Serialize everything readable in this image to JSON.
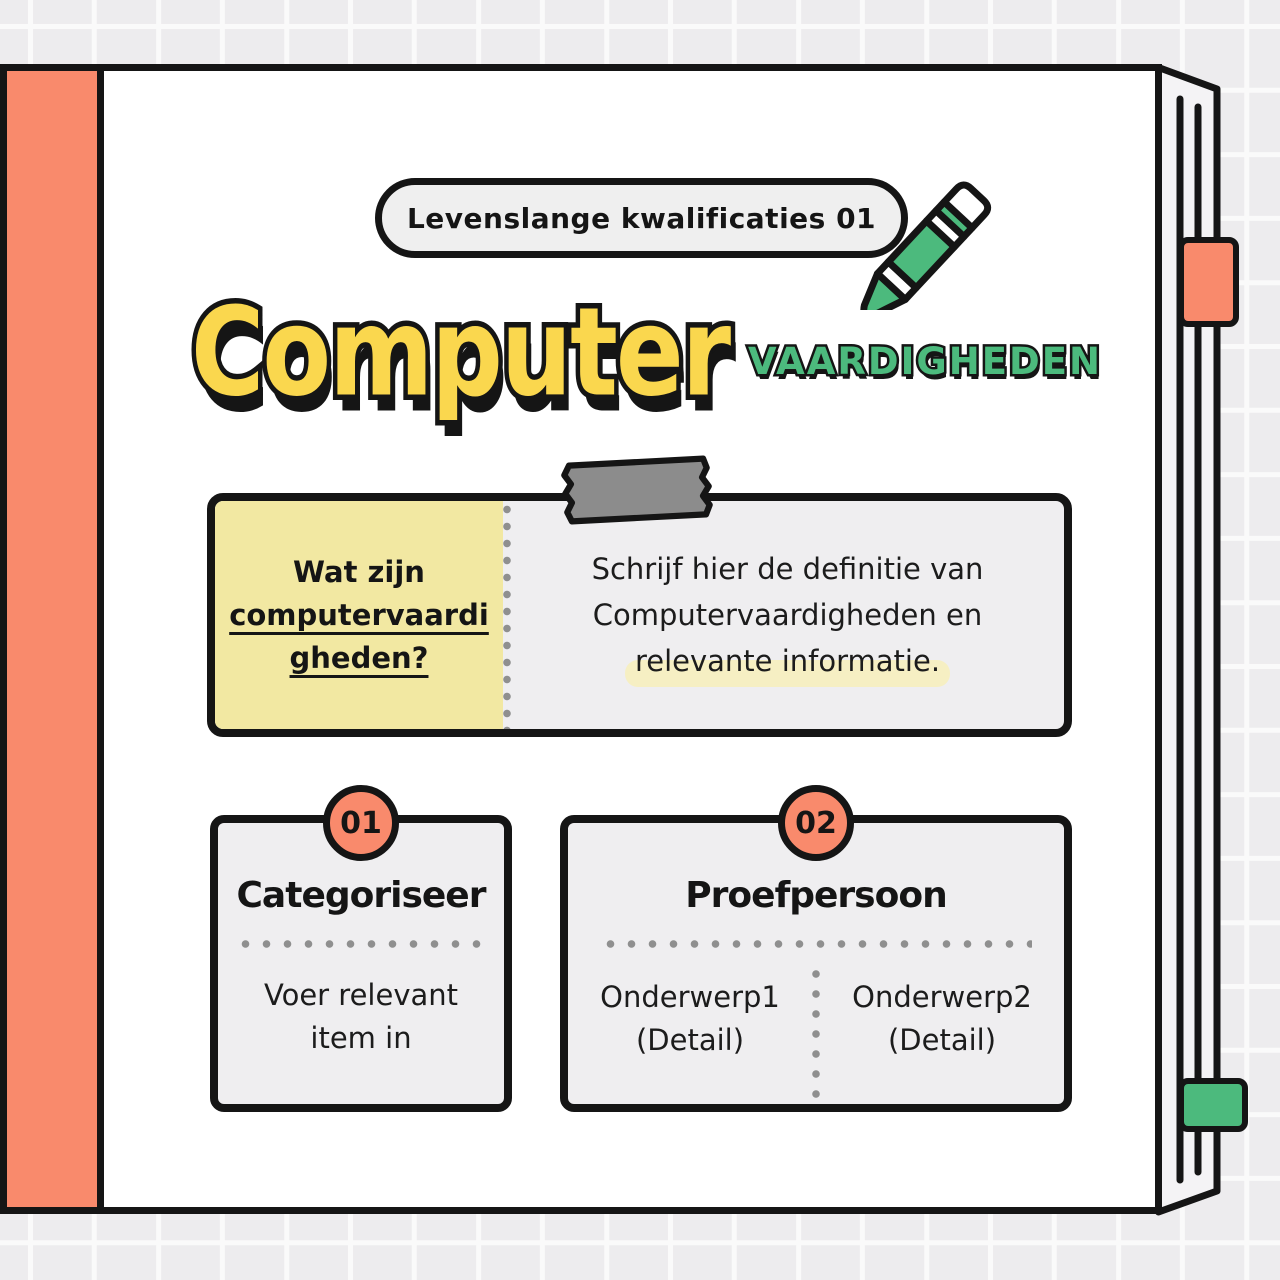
{
  "theme": {
    "coral": "#F98A6C",
    "yellow": "#FAD74E",
    "green": "#4CBA7D",
    "pale_yellow": "#F2E8A2",
    "panel_gray": "#EFEEF0",
    "ink": "#151515",
    "tape_gray": "#8C8C8C",
    "highlight": "#F6EFC3",
    "dot": "#8F8F8F"
  },
  "badge": {
    "label": "Levenslange kwalificaties 01"
  },
  "title": {
    "main": "Computer",
    "accent": "VAARDIGHEDEN"
  },
  "definition_box": {
    "question_lines": [
      "Wat zijn",
      "computervaardi",
      "gheden?"
    ],
    "body_lines": [
      "Schrijf hier de definitie van",
      "Computervaardigheden en",
      "relevante informatie."
    ]
  },
  "cards": [
    {
      "number": "01",
      "title": "Categoriseer",
      "body_lines": [
        "Voer relevant",
        "item in"
      ]
    },
    {
      "number": "02",
      "title": "Proefpersoon",
      "columns": [
        {
          "lines": [
            "Onderwerp1",
            "(Detail)"
          ]
        },
        {
          "lines": [
            "Onderwerp2",
            "(Detail)"
          ]
        }
      ]
    }
  ],
  "icons": {
    "pencil": "pencil-icon",
    "tape": "tape-icon",
    "bookmark_top": "bookmark-tab-icon",
    "bookmark_bottom": "bookmark-tab-icon"
  }
}
